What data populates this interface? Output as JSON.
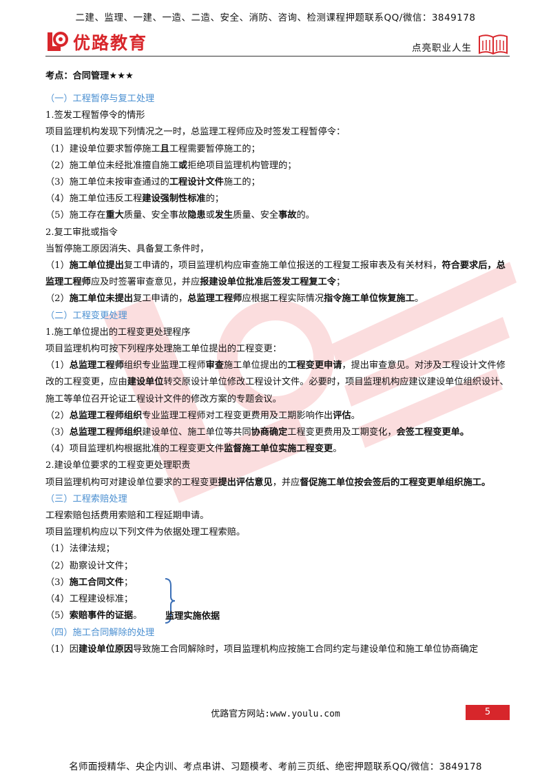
{
  "header": {
    "banner": "二建、监理、一建、一造、二造、安全、消防、咨询、检测课程押题联系QQ/微信：3849178",
    "logo_text": "优路教育",
    "slogan": "点亮职业人生"
  },
  "topic_title": "考点：合同管理★★★",
  "sections": {
    "s1": "（一）工程暂停与复工处理",
    "s2": "（二）工程变更处理",
    "s3": "（三）工程索赔处理",
    "s4": "（四）施工合同解除的处理"
  },
  "body": {
    "p1": "1.签发工程暂停令的情形",
    "p2": "项目监理机构发现下列情况之一时，总监理工程师应及时签发工程暂停令：",
    "l1a": "（1）建设单位要求暂停施工",
    "l1b": "且",
    "l1c": "工程需要暂停施工的；",
    "l2a": "（2）施工单位未经批准擅自施工",
    "l2b": "或",
    "l2c": "拒绝项目监理机构管理的；",
    "l3a": "（3）施工单位未按审查通过的",
    "l3b": "工程设计文件",
    "l3c": "施工的；",
    "l4a": "（4）施工单位违反工程",
    "l4b": "建设强制性标准",
    "l4c": "的；",
    "l5a": "（5）施工存在",
    "l5b": "重大",
    "l5c": "质量、安全事故",
    "l5d": "隐患",
    "l5e": "或",
    "l5f": "发生",
    "l5g": "质量、安全",
    "l5h": "事故",
    "l5i": "的。",
    "p3": "2.复工审批或指令",
    "p4": "当暂停施工原因消失、具备复工条件时，",
    "r1a": "（1）",
    "r1b": "施工单位提出",
    "r1c": "复工申请的，项目监理机构应审查施工单位报送的工程复工报审表及有关材料，",
    "r1d": "符合要求后，总监理工程师",
    "r1e": "应及时签署审查意见，并应",
    "r1f": "报建设单位批准后签发工程复工令",
    "r1g": "；",
    "r2a": "（2）",
    "r2b": "施工单位未提出",
    "r2c": "复工申请的，",
    "r2d": "总监理工程师",
    "r2e": "应根据工程实际情况",
    "r2f": "指令施工单位恢复施工",
    "r2g": "。",
    "p5": "1.施工单位提出的工程变更处理程序",
    "p6": "项目监理机构可按下列程序处理施工单位提出的工程变更：",
    "c1a": "（1）",
    "c1b": "总监理工程师",
    "c1c": "组织专业监理工程师",
    "c1d": "审查",
    "c1e": "施工单位提出的",
    "c1f": "工程变更申请",
    "c1g": "，提出审查意见。对涉及工程设计文件修改的工程变更，应由",
    "c1h": "建设单位",
    "c1i": "转交原设计单位修改工程设计文件。必要时，项目监理机构应建议建设单位组织设计、施工等单位召开论证工程设计文件的修改方案的专题会议。",
    "c2a": "（2）",
    "c2b": "总监理工程师组织",
    "c2c": "专业监理工程师对工程变更费用及工期影响作出",
    "c2d": "评估",
    "c2e": "。",
    "c3a": "（3）",
    "c3b": "总监理工程师组织",
    "c3c": "建设单位、施工单位等共同",
    "c3d": "协商确定",
    "c3e": "工程变更费用及工期变化，",
    "c3f": "会签工程变更单。",
    "c4a": "（4）项目监理机构根据批准的工程变更文件",
    "c4b": "监督施工单位实施工程变更",
    "c4c": "。",
    "p7": "2.建设单位要求的工程变更处理职责",
    "p8a": "项目监理机构可对建设单位要求的工程变更",
    "p8b": "提出评估意见",
    "p8c": "，并应",
    "p8d": "督促施工单位按会签后的工程变更单组织施工。",
    "p9": "工程索赔包括费用索赔和工程延期申请。",
    "p10": "项目监理机构应以下列文件为依据处理工程索赔。",
    "k1": "（1）法律法规；",
    "k2": "（2）勘察设计文件；",
    "k3a": "（3）",
    "k3b": "施工合同文件",
    "k3c": "；",
    "k4": "（4）工程建设标准；",
    "k5a": "（5）",
    "k5b": "索赔事件的证据",
    "k5c": "。",
    "brace_label": "监理实施依据",
    "t1a": "（1）因",
    "t1b": "建设单位原因",
    "t1c": "导致施工合同解除时，项目监理机构应按施工合同约定与建设单位和施工单位协商确定"
  },
  "footer": {
    "site": "优路官方网站:www.youlu.com",
    "page": "5",
    "banner": "名师面授精华、央企内训、考点串讲、习题模考、考前三页纸、绝密押题联系QQ/微信：3849178"
  },
  "colors": {
    "brand": "#d8262b",
    "section": "#4a8fd1"
  }
}
